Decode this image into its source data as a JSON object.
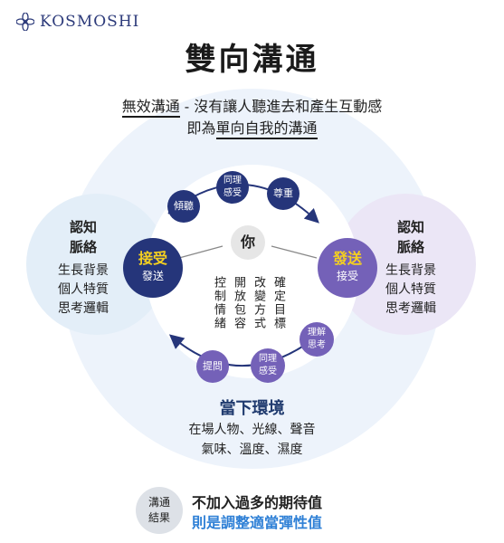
{
  "brand": {
    "name": "KOSMOSHI"
  },
  "title": "雙向溝通",
  "intro": {
    "highlight": "無效溝通",
    "rest": " - 沒有讓人聽進去和產生互動感",
    "line2_prefix": "即為",
    "line2_highlight": "單向自我的溝通"
  },
  "left_circle": {
    "title_l1": "認知",
    "title_l2": "脈絡",
    "items": [
      "生長背景",
      "個人特質",
      "思考邏輯"
    ]
  },
  "right_circle": {
    "title_l1": "認知",
    "title_l2": "脈絡",
    "items": [
      "生長背景",
      "個人特質",
      "思考邏輯"
    ]
  },
  "receiver": {
    "main": "接受",
    "sub": "發送"
  },
  "sender": {
    "main": "發送",
    "sub": "接受"
  },
  "center": {
    "you": "你",
    "columns": [
      "確定目標",
      "改變方式",
      "開放包容",
      "控制情緒"
    ]
  },
  "cycle_nodes": {
    "listen": "傾聽",
    "empathy_top_l1": "同理",
    "empathy_top_l2": "感受",
    "respect": "尊重",
    "understand_l1": "理解",
    "understand_l2": "思考",
    "empathy_bottom_l1": "同理",
    "empathy_bottom_l2": "感受",
    "ask": "提問"
  },
  "context": {
    "title": "當下環境",
    "line1": "在場人物、光線、聲音",
    "line2": "氣味、溫度、濕度"
  },
  "footer": {
    "badge_l1": "溝通",
    "badge_l2": "結果",
    "line1": "不加入過多的期待值",
    "line2": "則是調整適當彈性值"
  },
  "colors": {
    "navy": "#25357a",
    "purple": "#7461b8",
    "gold": "#f5d020",
    "big_circle": "#edf3fb",
    "left_circle": "#e3eef8",
    "right_circle": "#ebe6f6",
    "accent_blue": "#2f80d6"
  }
}
